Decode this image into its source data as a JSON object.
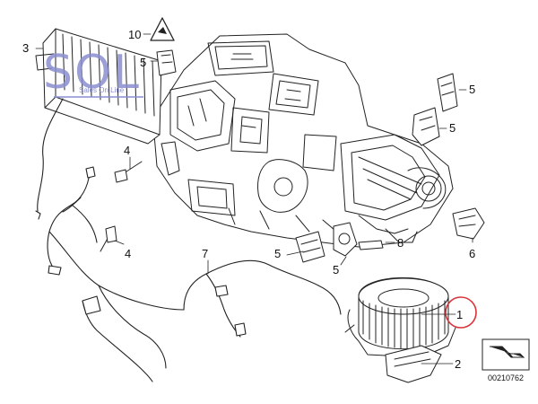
{
  "logo": {
    "letters": "SOL",
    "tagline": "Sales On Line",
    "color": "#8a8fd0"
  },
  "callouts": [
    {
      "id": "c3",
      "label": "3"
    },
    {
      "id": "c10",
      "label": "10"
    },
    {
      "id": "c5a",
      "label": "5"
    },
    {
      "id": "c5b",
      "label": "5"
    },
    {
      "id": "c5c",
      "label": "5"
    },
    {
      "id": "c4a",
      "label": "4"
    },
    {
      "id": "c4b",
      "label": "4"
    },
    {
      "id": "c7",
      "label": "7"
    },
    {
      "id": "c5d",
      "label": "5"
    },
    {
      "id": "c8",
      "label": "8"
    },
    {
      "id": "c5e",
      "label": "5"
    },
    {
      "id": "c6",
      "label": "6"
    },
    {
      "id": "c1",
      "label": "1"
    },
    {
      "id": "c2",
      "label": "2"
    }
  ],
  "highlight_color": "#d8353b",
  "reference_number": "00210762"
}
